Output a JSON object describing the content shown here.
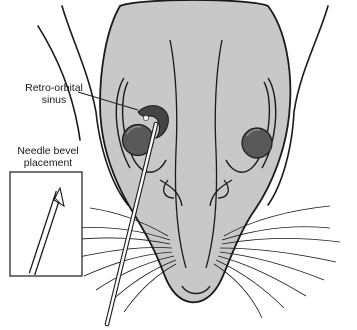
{
  "labels": {
    "retro_orbital_line1": "Retro-orbital",
    "retro_orbital_line2": "sinus",
    "needle_bevel_line1": "Needle bevel",
    "needle_bevel_line2": "placement"
  },
  "colors": {
    "head_fill": "#c8c8c8",
    "head_stroke": "#1a1a1a",
    "eye_fill": "#585858",
    "sinus_fill": "#444444",
    "background": "#ffffff"
  }
}
